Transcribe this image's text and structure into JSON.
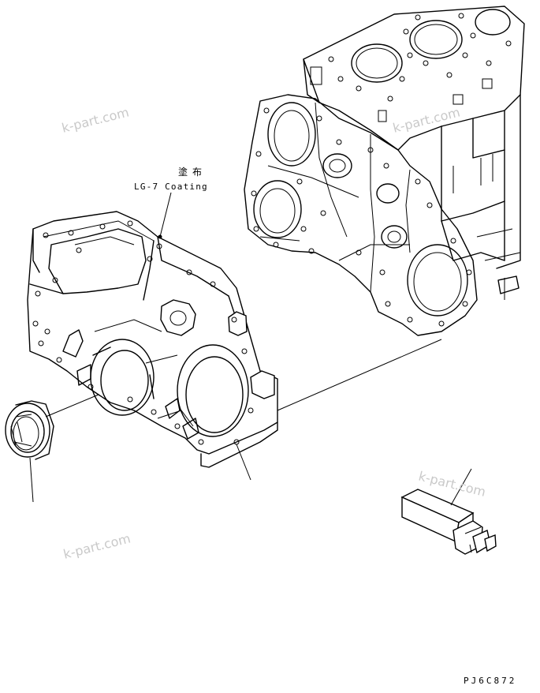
{
  "annotation": {
    "japanese": "塗布",
    "coating": "LG-7 Coating"
  },
  "watermarks": [
    "k-part.com",
    "k-part.com",
    "k-part.com",
    "k-part.com"
  ],
  "drawing_code": "PJ6C872"
}
